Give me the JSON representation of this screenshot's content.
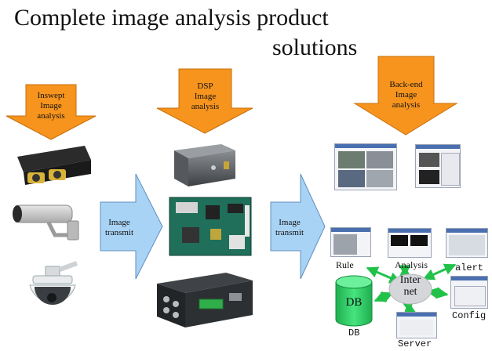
{
  "title": {
    "line1": "Complete image analysis product",
    "line2": "solutions"
  },
  "stages": [
    {
      "label_lines": [
        "Inswept",
        "Image",
        "analysis"
      ]
    },
    {
      "label_lines": [
        "DSP",
        "Image",
        "analysis"
      ]
    },
    {
      "label_lines": [
        "Back-end",
        "Image",
        "analysis"
      ]
    }
  ],
  "transmit_arrows": [
    {
      "label_lines": [
        "Image",
        "transmit"
      ]
    },
    {
      "label_lines": [
        "Image",
        "transmit"
      ]
    }
  ],
  "network": {
    "hub_lines": [
      "Inter",
      "net"
    ],
    "db_label": "DB",
    "db_caption": "DB",
    "nodes": {
      "rule": "Rule",
      "analysis": "Analysis",
      "alert": "alert",
      "config": "Config",
      "server": "Server"
    }
  },
  "colors": {
    "orange": "#f7941d",
    "orange_stroke": "#c86f0a",
    "blue": "#a9d3f5",
    "blue_stroke": "#5e8fbf",
    "db_green": "#2fd36a",
    "link_green": "#22c24a",
    "hub_gray": "#d4d6da"
  }
}
